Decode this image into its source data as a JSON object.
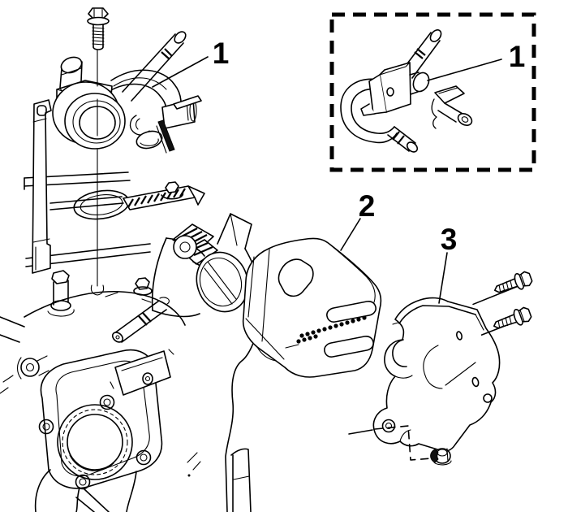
{
  "diagram": {
    "type": "exploded-parts-line-diagram",
    "background_color": "#ffffff",
    "line_color": "#000000",
    "callouts": {
      "part1": {
        "label": "1"
      },
      "part1_inset": {
        "label": "1"
      },
      "part2": {
        "label": "2"
      },
      "part3": {
        "label": "3"
      }
    }
  }
}
